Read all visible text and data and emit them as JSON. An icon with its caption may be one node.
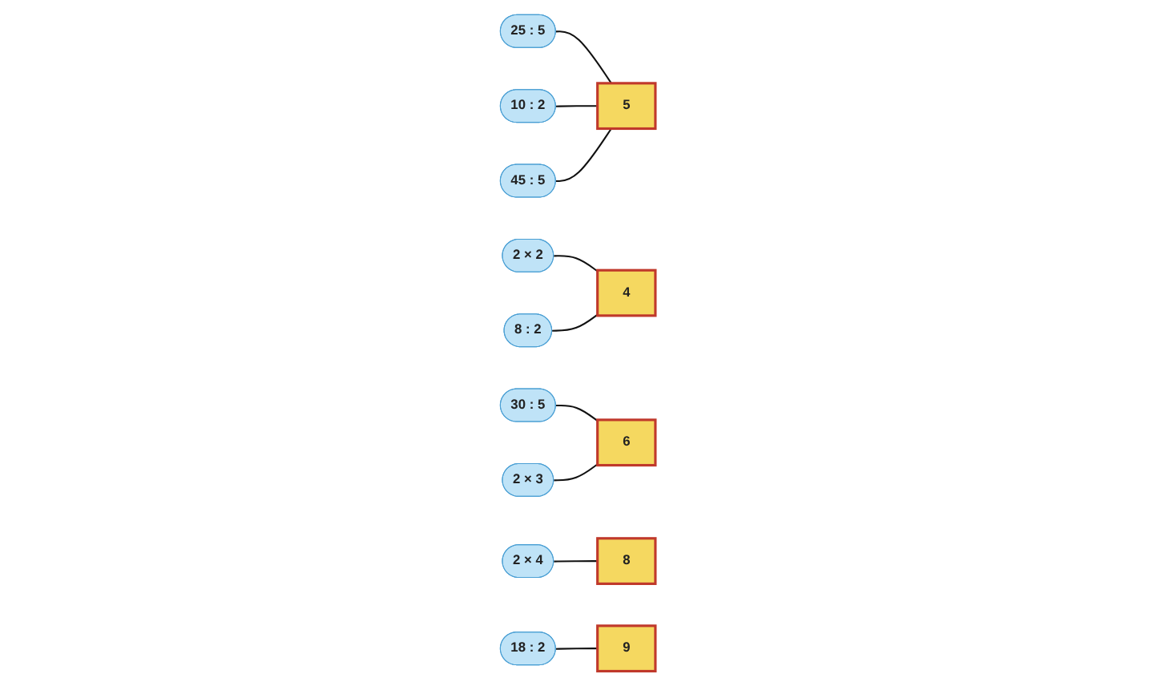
{
  "diagram": {
    "nodes": [
      {
        "text": [
          "25 : 5"
        ]
      },
      {
        "text": [
          "2 × 2"
        ]
      },
      {
        "text": [
          "30 : 5"
        ]
      },
      {
        "text": [
          "8 : 2"
        ]
      },
      {
        "text": [
          "4"
        ]
      },
      {
        "text": [
          "5"
        ]
      },
      {
        "text": [
          "6"
        ]
      },
      {
        "text": [
          "10 : 2"
        ]
      },
      {
        "text": [
          "8"
        ]
      },
      {
        "text": [
          "9"
        ]
      },
      {
        "text": [
          "2 × 4"
        ]
      },
      {
        "text": [
          "18 : 2"
        ]
      },
      {
        "text": [
          "45 : 5"
        ]
      },
      {
        "text": [
          "2 × 3"
        ]
      }
    ],
    "edges": [
      {
        "from": 0,
        "to": 5,
        "arrow": "none"
      },
      {
        "from": 1,
        "to": 4,
        "arrow": "none"
      },
      {
        "from": 2,
        "to": 6,
        "arrow": "none"
      },
      {
        "from": 3,
        "to": 4,
        "arrow": "none"
      },
      {
        "from": 7,
        "to": 5,
        "arrow": "none"
      },
      {
        "from": 10,
        "to": 8,
        "arrow": "none"
      },
      {
        "from": 12,
        "to": 5,
        "arrow": "none"
      },
      {
        "from": 13,
        "to": 6,
        "arrow": "none"
      },
      {
        "from": 11,
        "to": 9,
        "arrow": "none"
      }
    ]
  }
}
